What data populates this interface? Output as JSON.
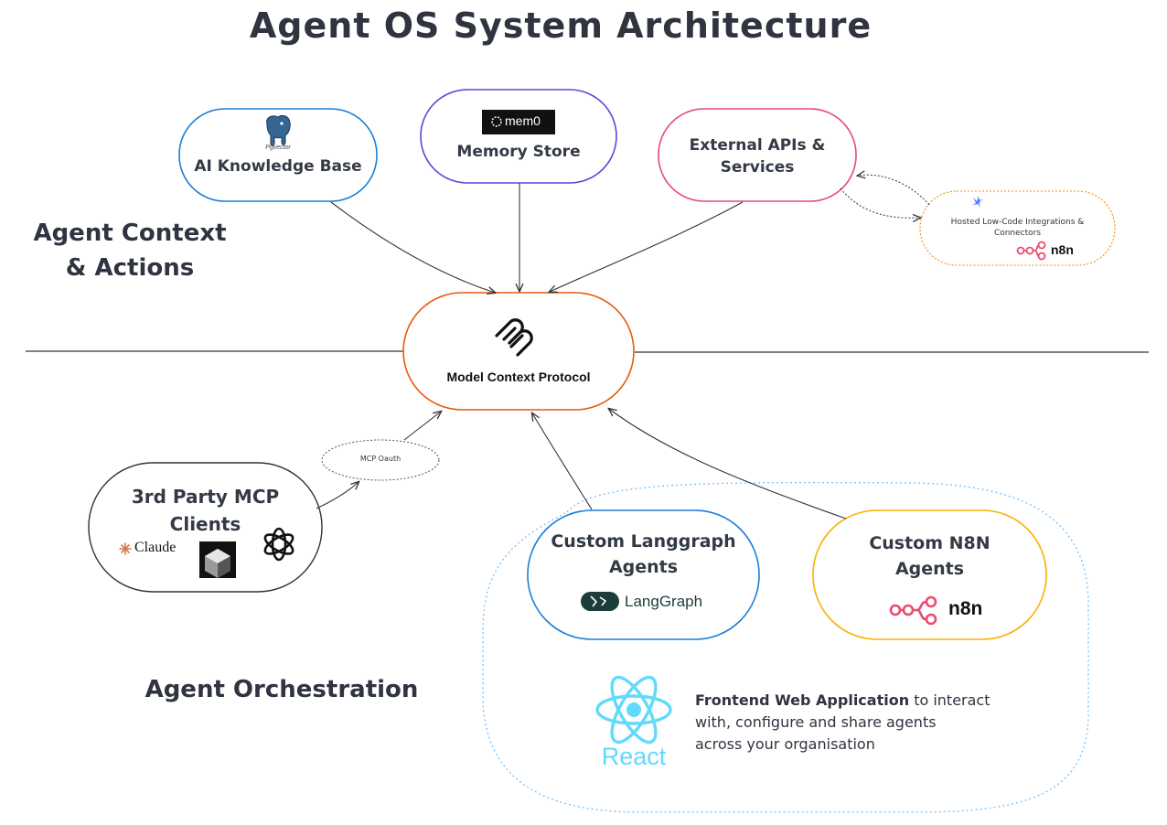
{
  "title": "Agent OS System Architecture",
  "sections": {
    "context_actions_line1": "Agent Context",
    "context_actions_line2": "& Actions",
    "orchestration": "Agent Orchestration"
  },
  "nodes": {
    "knowledge_base": {
      "logo_caption": "Pgvector",
      "label": "AI Knowledge Base",
      "color": "#1c7ed6"
    },
    "memory_store": {
      "logo_text": "mem0",
      "label": "Memory Store",
      "color": "#6741d9"
    },
    "external_apis": {
      "label_line1": "External APIs &",
      "label_line2": "Services",
      "color": "#e64980"
    },
    "low_code": {
      "label_line1": "Hosted Low-Code Integrations &",
      "label_line2": "Connectors",
      "logo_text": "n8n",
      "color": "#f08c00"
    },
    "mcp": {
      "label": "Model Context Protocol",
      "color": "#e8590c"
    },
    "mcp_oauth": {
      "label": "MCP Oauth"
    },
    "third_party": {
      "label_line1": "3rd Party MCP",
      "label_line2": "Clients",
      "claude_text": "Claude"
    },
    "langgraph": {
      "label_line1": "Custom Langgraph",
      "label_line2": "Agents",
      "logo_text": "LangGraph",
      "color": "#1c7ed6"
    },
    "n8n_agents": {
      "label_line1": "Custom N8N",
      "label_line2": "Agents",
      "logo_text": "n8n",
      "color": "#fab005"
    },
    "frontend": {
      "logo_text": "React",
      "desc_bold": "Frontend Web Application",
      "desc_rest1": " to interact",
      "desc_line2": "with, configure and share agents",
      "desc_line3": "across your organisation",
      "color": "#61dafb"
    }
  },
  "icons": [
    "postgres-elephant-icon",
    "mem0-logo-icon",
    "mcp-logo-icon",
    "n8n-logo-icon",
    "langgraph-logo-icon",
    "claude-logo-icon",
    "cursor-logo-icon",
    "openai-logo-icon",
    "react-logo-icon",
    "low-code-logo-icon"
  ]
}
